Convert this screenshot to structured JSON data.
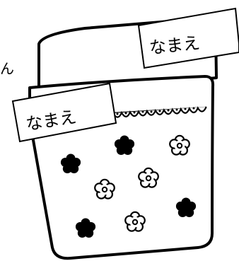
{
  "colors": {
    "background": "#ffffff",
    "ink": "#000000",
    "paper": "#ffffff"
  },
  "edge_fragment": "ん",
  "lid_label": {
    "text": "なまえ"
  },
  "body_label": {
    "text": "なまえ"
  },
  "flowers": {
    "filled_icon": "filled-flower-icon",
    "outline_icon": "outline-flower-icon"
  }
}
